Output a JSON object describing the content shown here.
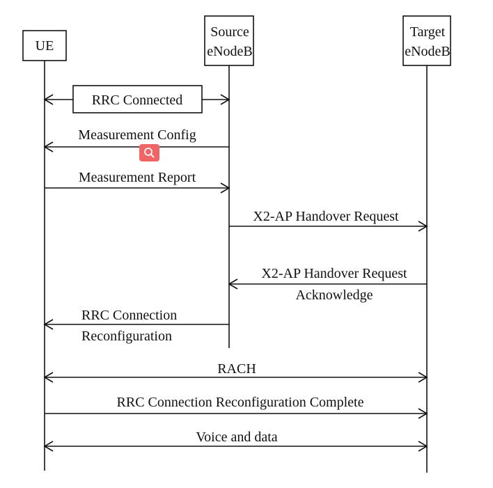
{
  "participants": {
    "ue": {
      "label": "UE"
    },
    "source": {
      "line1": "Source",
      "line2": "eNodeB"
    },
    "target": {
      "line1": "Target",
      "line2": "eNodeB"
    }
  },
  "messages": {
    "rrc_connected": "RRC Connected",
    "measurement_config": "Measurement Config",
    "measurement_report": "Measurement Report",
    "x2_request": "X2-AP Handover Request",
    "x2_ack_line1": "X2-AP Handover Request",
    "x2_ack_line2": "Acknowledge",
    "rrc_reconf_line1": "RRC Connection",
    "rrc_reconf_line2": "Reconfiguration",
    "rach": "RACH",
    "rrc_complete": "RRC Connection Reconfiguration Complete",
    "voice_data": "Voice and data"
  },
  "overlay": {
    "icon": "magnifier-icon",
    "color": "#f06565"
  }
}
